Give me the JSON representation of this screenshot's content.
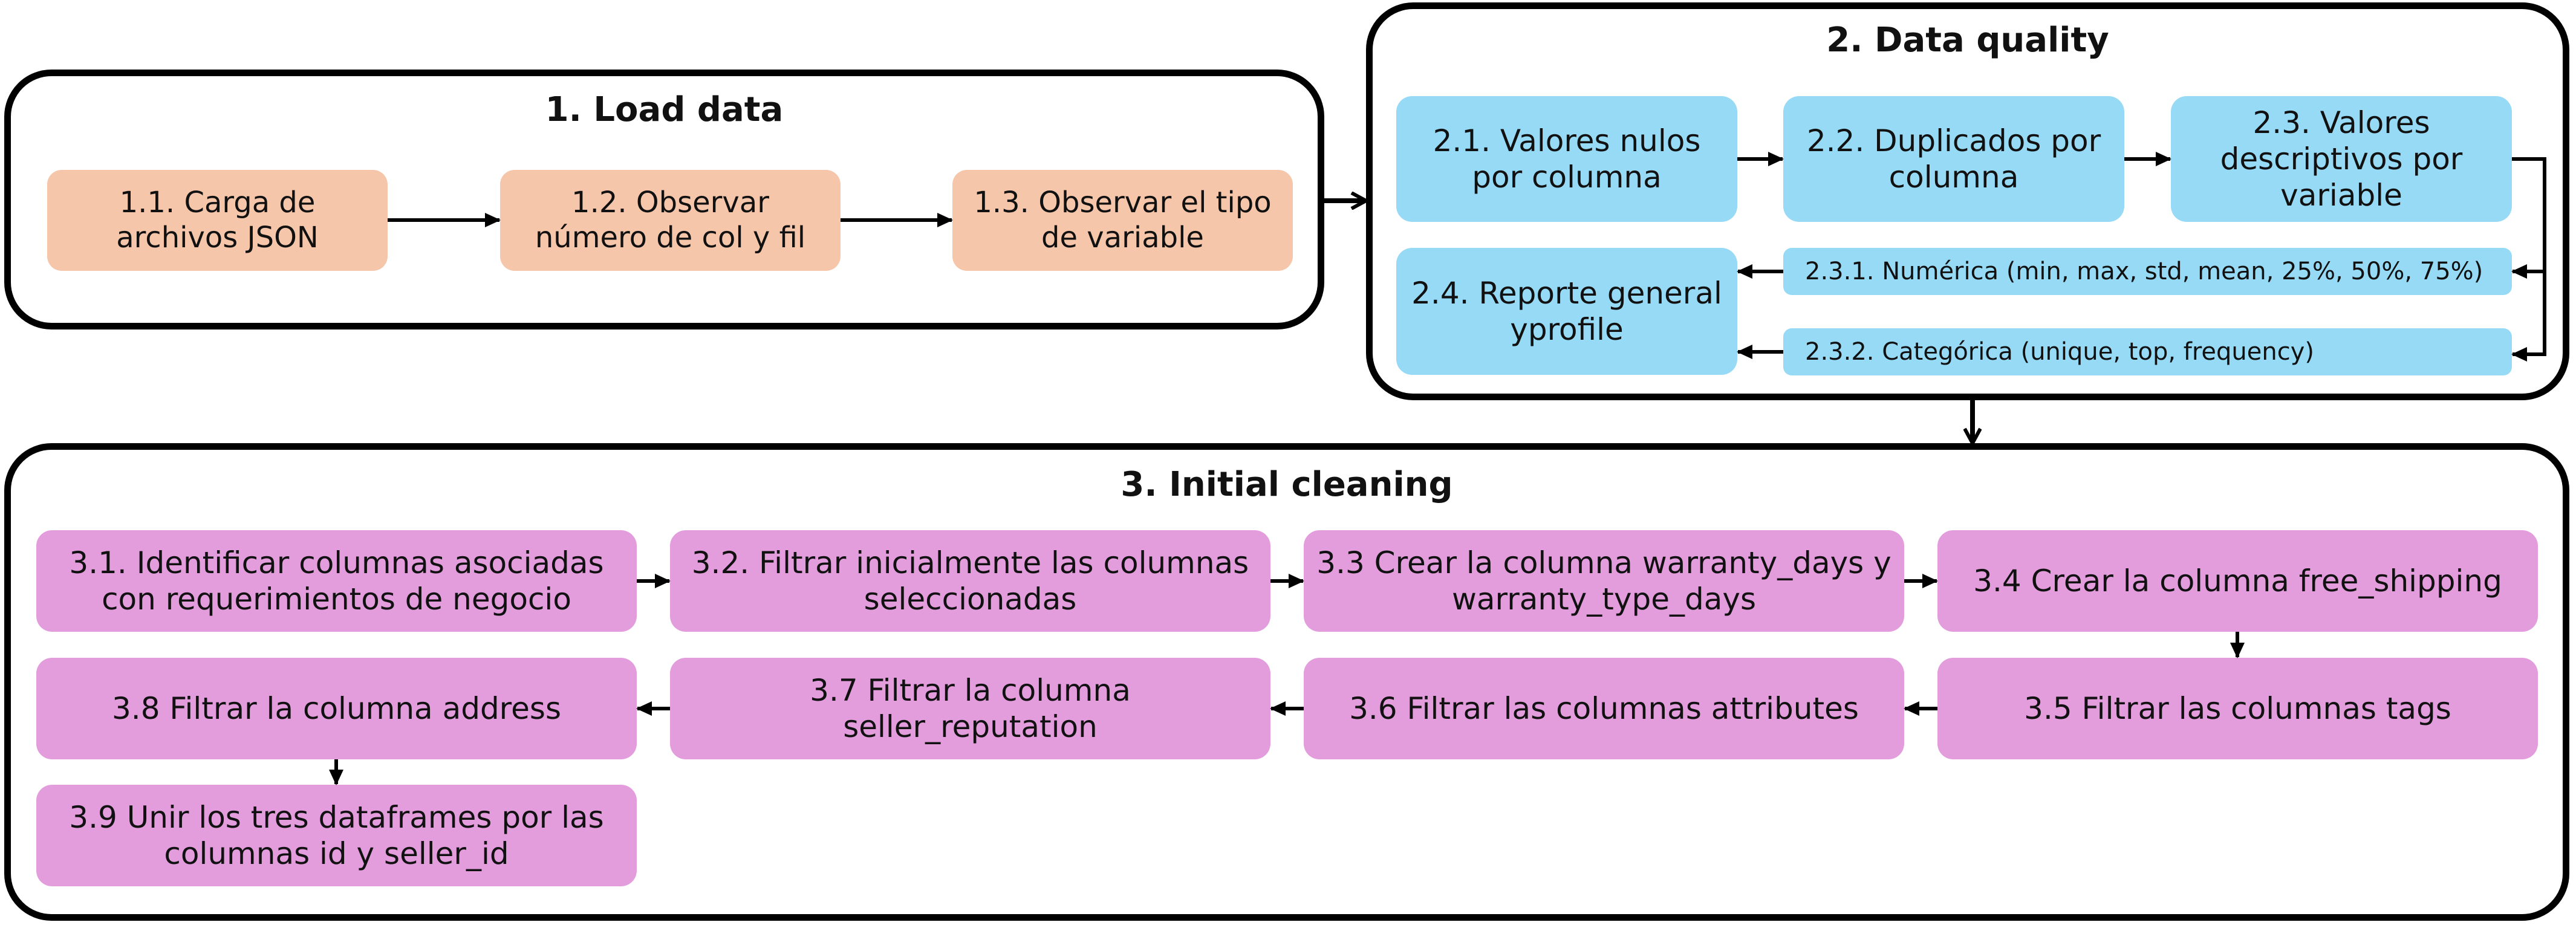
{
  "sections": {
    "load": {
      "title": "1. Load data",
      "steps": [
        "1.1. Carga de archivos JSON",
        "1.2. Observar número de col y fil",
        "1.3. Observar el tipo de variable"
      ]
    },
    "quality": {
      "title": "2. Data quality",
      "steps": [
        "2.1. Valores nulos por columna",
        "2.2. Duplicados por columna",
        "2.3. Valores descriptivos por variable",
        "2.4. Reporte general yprofile"
      ],
      "substeps": [
        "2.3.1. Numérica (min, max, std, mean, 25%, 50%, 75%)",
        "2.3.2. Categórica (unique, top, frequency)"
      ]
    },
    "cleaning": {
      "title": "3. Initial cleaning",
      "steps": [
        "3.1. Identificar columnas asociadas con requerimientos de negocio",
        "3.2. Filtrar inicialmente las columnas seleccionadas",
        "3.3 Crear la columna warranty_days y warranty_type_days",
        "3.4 Crear la columna free_shipping",
        "3.5 Filtrar las columnas tags",
        "3.6 Filtrar las columnas attributes",
        "3.7 Filtrar la columna seller_reputation",
        "3.8 Filtrar la columna address",
        "3.9 Unir los tres dataframes por las columnas id y seller_id"
      ]
    }
  },
  "colors": {
    "load": "#f6c6ab",
    "quality": "#97daf5",
    "cleaning": "#e39ddd",
    "border": "#000000"
  }
}
